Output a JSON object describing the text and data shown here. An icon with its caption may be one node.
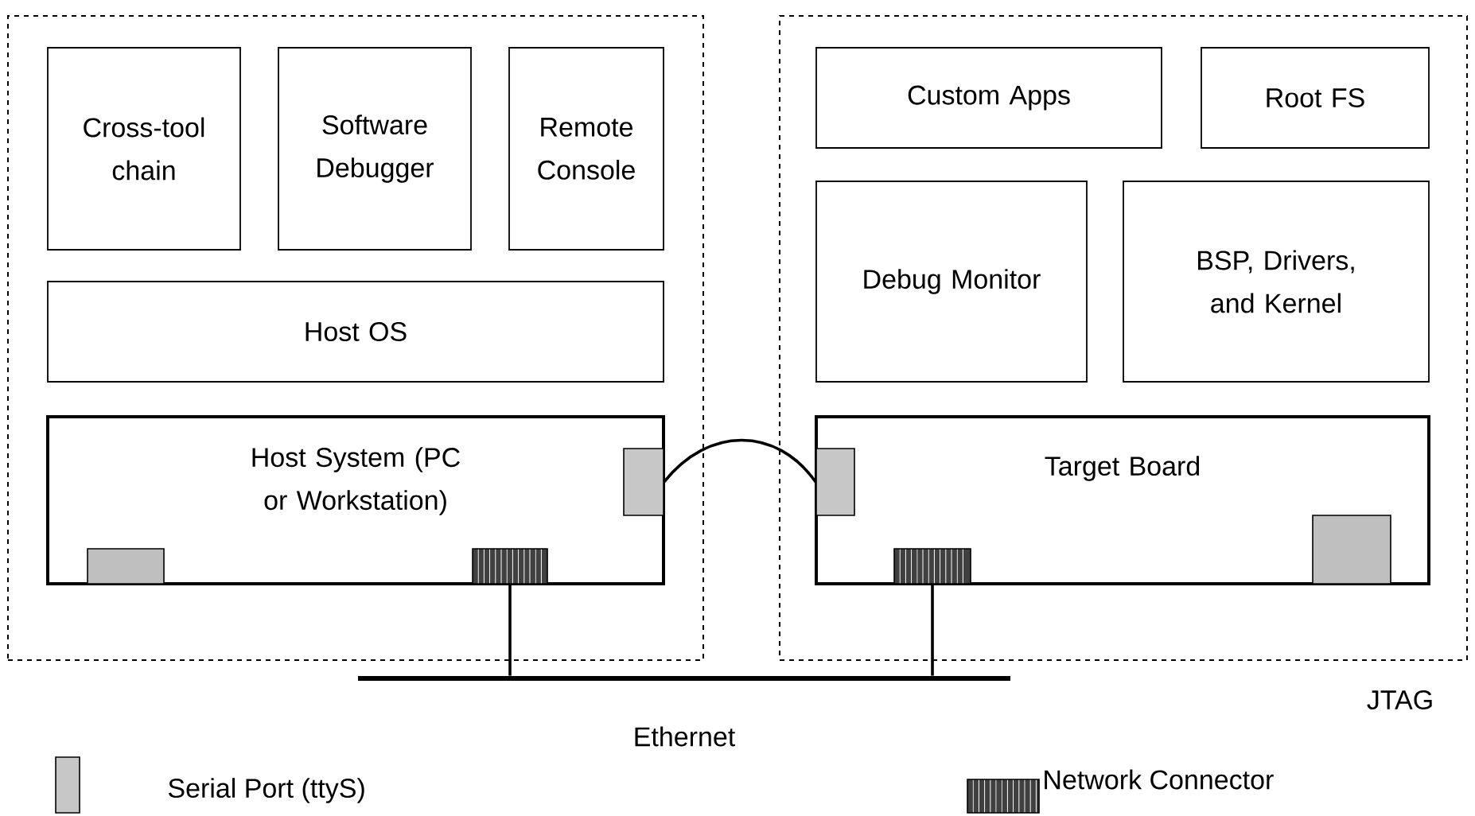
{
  "diagram": {
    "nodes": [
      {
        "text": [],
        "shape": "box"
      },
      {
        "text": [
          "Cross-tool chain"
        ],
        "in": 0
      },
      {
        "text": [
          "Software Debugger"
        ],
        "in": 0
      },
      {
        "text": [
          "Remote Console"
        ],
        "in": 0
      },
      {
        "text": [
          "Host OS"
        ],
        "in": 0
      },
      {
        "text": [
          "Host System (PC or Workstation)"
        ],
        "in": 0
      },
      {
        "text": [],
        "shape": "box",
        "in": 5
      },
      {
        "text": [],
        "shape": "box",
        "in": 5
      },
      {
        "text": [],
        "shape": "box"
      },
      {
        "text": [
          "Custom Apps"
        ],
        "in": 8
      },
      {
        "text": [
          "Root FS"
        ],
        "in": 8
      },
      {
        "text": [
          "Debug Monitor"
        ],
        "in": 8
      },
      {
        "text": [
          "BSP, Drivers, and Kernel"
        ],
        "in": 8
      },
      {
        "text": [
          "Target Board"
        ],
        "in": 8
      },
      {
        "text": [],
        "shape": "box",
        "in": 13
      },
      {
        "text": [],
        "shape": "box",
        "in": 13
      },
      {
        "text": [],
        "shape": "bar",
        "beside": [
          "Ethernet"
        ]
      }
    ],
    "edges": [
      {
        "from": 6,
        "to": 14,
        "arrow": "none"
      },
      {
        "from": 7,
        "to": 16,
        "arrow": "none"
      },
      {
        "from": 15,
        "to": 16,
        "arrow": "none"
      }
    ],
    "labels": [
      "JTAG"
    ],
    "legend": [
      {
        "text": "Serial Port (ttyS)"
      },
      {
        "text": "Network Connector"
      }
    ]
  }
}
